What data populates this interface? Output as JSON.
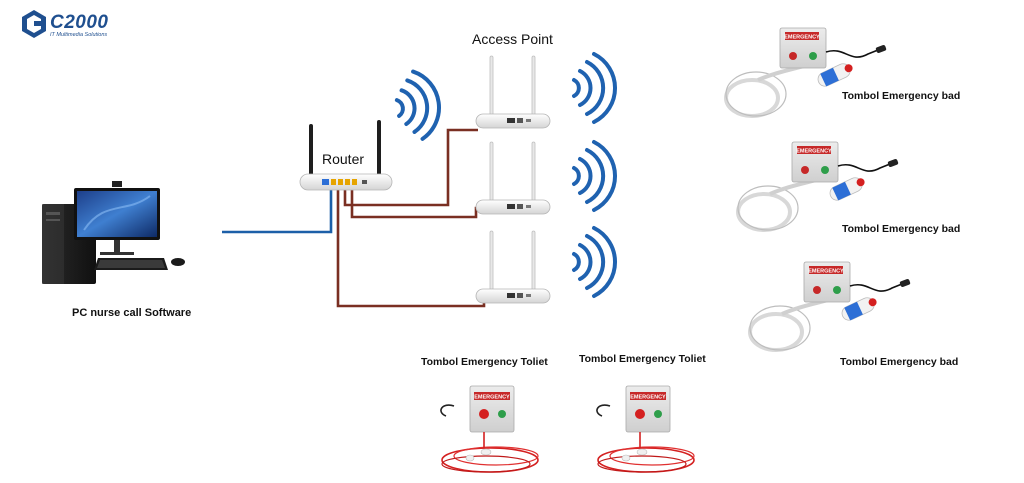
{
  "logo": {
    "name": "C2000",
    "tagline": "IT Multimedia Solutions"
  },
  "labels": {
    "access_point": "Access Point",
    "router": "Router",
    "pc": "PC nurse call  Software",
    "toilet_1": "Tombol Emergency Toliet",
    "toilet_2": "Tombol Emergency Toliet",
    "bed_1": "Tombol Emergency bad",
    "bed_2": "Tombol Emergency bad",
    "bed_3": "Tombol Emergency bad"
  },
  "device_text": {
    "emergency": "EMERGENCY"
  },
  "colors": {
    "lan_blue": "#1c5fa8",
    "lan_brown": "#7a2f22",
    "wifi_blue": "#1f62b0",
    "brand": "#1f4f8f",
    "cord_red": "#d42020"
  }
}
